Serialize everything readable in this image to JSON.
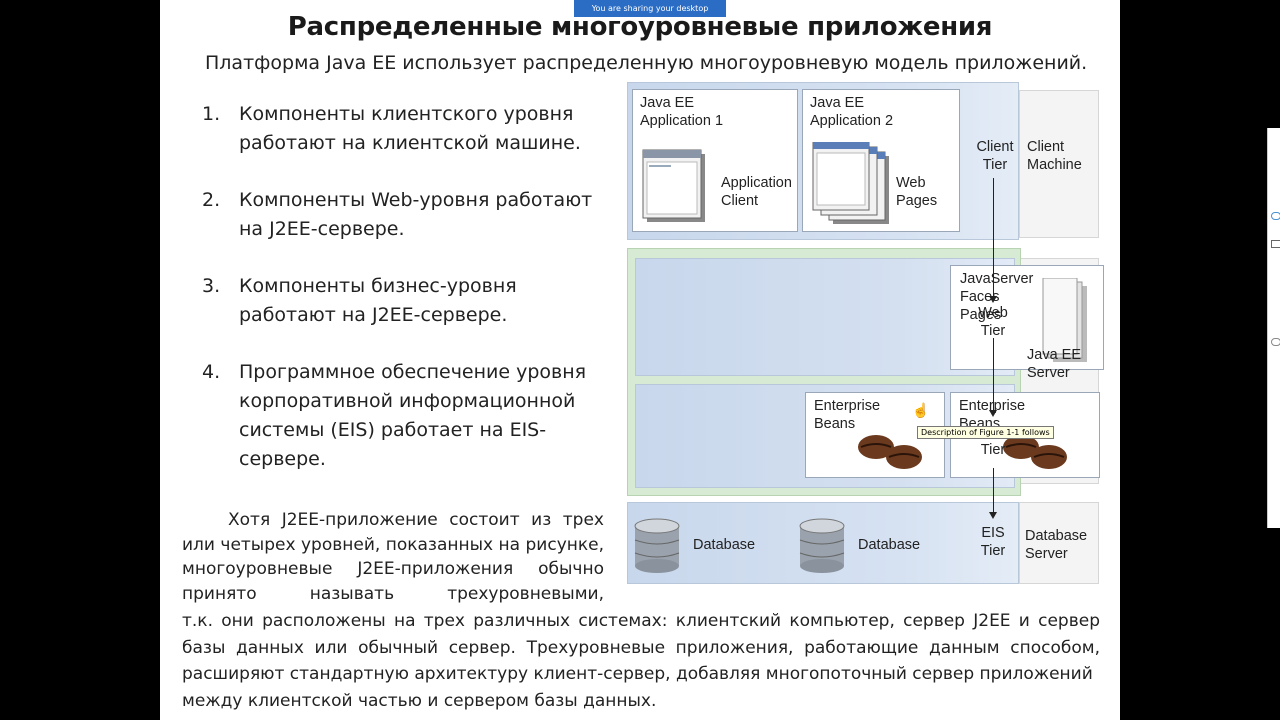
{
  "share_bar": {
    "text": "You are sharing your desktop"
  },
  "slide": {
    "title": "Распределенные многоуровневые приложения",
    "subtitle": "Платформа Java EE использует распределенную многоуровневую модель приложений.",
    "list": [
      {
        "num": "1.",
        "text": "Компоненты клиентского уровня работают на клиентской машине."
      },
      {
        "num": "2.",
        "text": "Компоненты Web-уровня работают на J2EE-сервере."
      },
      {
        "num": "3.",
        "text": "Компоненты бизнес-уровня работают на J2EE-сервере."
      },
      {
        "num": "4.",
        "text": "Программное обеспечение уровня корпоративной информационной системы (EIS) работает на EIS-сервере."
      }
    ],
    "paragraph_1": "Хотя J2EE-приложение состоит из трех или четырех уровней, показанных на рисунке, многоуровневые J2EE-приложения обычно принято называть трехуровневыми,",
    "paragraph_2": "т.к. они расположены на трех различных системах: клиентский компьютер, сервер J2EE и сервер базы данных или обычный сервер. Трехуровневые приложения, работающие данным способом, расширяют стандартную архитектуру клиент-сервер, добавляя многопоточный сервер приложений",
    "paragraph_2_last": "между клиентской частью и сервером базы данных."
  },
  "diagram": {
    "app1_title": "Java EE\nApplication 1",
    "app2_title": "Java EE\nApplication 2",
    "app_client": "Application\nClient",
    "web_pages": "Web\nPages",
    "jsf_pages": "JavaServer\nFaces\nPages",
    "beans_1": "Enterprise\nBeans",
    "beans_2": "Enterprise\nBeans",
    "database_1": "Database",
    "database_2": "Database",
    "client_tier": "Client\nTier",
    "web_tier": "Web\nTier",
    "business_tier": "Tier",
    "eis_tier": "EIS\nTier",
    "client_machine": "Client\nMachine",
    "java_ee_server": "Java EE\nServer",
    "database_server": "Database\nServer"
  },
  "tooltip": {
    "text": "Description of Figure 1-1 follows"
  },
  "colors": {
    "tier_band": "#c9d8ec",
    "server_band": "#d7ead4",
    "share_bar": "#2b6cc4"
  }
}
